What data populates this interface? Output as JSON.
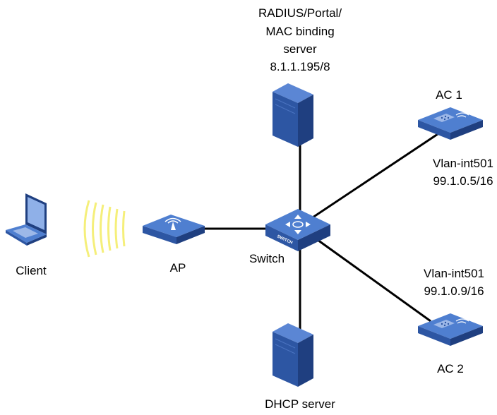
{
  "colors": {
    "link": "#000000",
    "device_blue": "#2f5aa5",
    "device_top": "#4f7fd0",
    "device_dark": "#1f3f80",
    "server_body": "#3b62ad",
    "wifi_waves": "#f5ef7a"
  },
  "nodes": {
    "server_top": {
      "label_lines": [
        "RADIUS/Portal/",
        "MAC binding",
        "server",
        "8.1.1.195/8"
      ],
      "icon": "server-icon"
    },
    "ac1": {
      "label": "AC 1",
      "interface": "Vlan-int501",
      "ip": "99.1.0.5/16",
      "icon": "access-controller-icon"
    },
    "ac2": {
      "label": "AC 2",
      "interface": "Vlan-int501",
      "ip": "99.1.0.9/16",
      "icon": "access-controller-icon"
    },
    "switch": {
      "label": "Switch",
      "device_text": "SWITCH",
      "icon": "switch-icon"
    },
    "ap": {
      "label": "AP",
      "icon": "access-point-icon"
    },
    "client": {
      "label": "Client",
      "icon": "laptop-icon"
    },
    "dhcp": {
      "label": "DHCP server",
      "icon": "server-icon"
    }
  }
}
